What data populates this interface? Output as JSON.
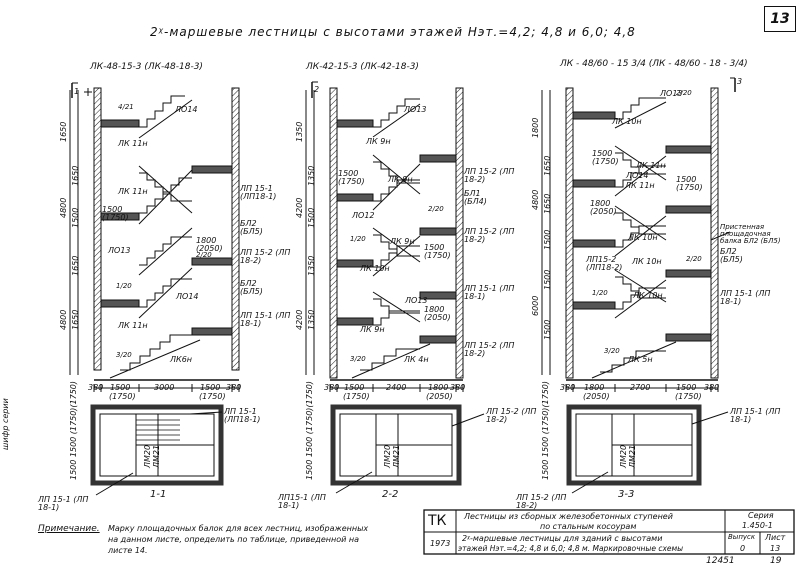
{
  "sheet": {
    "page_number": "13",
    "title": "2ᵡ-маршевые лестницы с высотами этажей Нэт.=4,2; 4,8 и 6,0; 4,8",
    "side_label": "шифр серии",
    "bottom_number": "12451",
    "bottom_page": "19"
  },
  "sections": [
    {
      "header": "ЛК-48-15-3 (ЛК-48-18-3)",
      "cut_label": "1-1",
      "heights": [
        "1650",
        "4800",
        "1650",
        "1500",
        "1650",
        "1650",
        "4800"
      ],
      "bottom_dims": [
        "380",
        "1500",
        "3000",
        "1500",
        "380"
      ],
      "bottom_dims_alt": [
        "(1750)",
        "(1750)"
      ],
      "labels": [
        "ЛО14",
        "ЛК 11н",
        "ЛК 11н",
        "ЛО13",
        "ЛО14",
        "ЛК 11н",
        "ЛК6н",
        "ЛП 15-1 (ЛП18-1)",
        "БЛ2 (БЛ5)",
        "ЛП 15-2 (ЛП 18-2)",
        "БЛ2 (БЛ5)",
        "ЛП 15-1 (ЛП 18-1)"
      ],
      "dims_mid": [
        "1500 (1750)",
        "1800 (2050)"
      ],
      "badges": [
        {
          "n": "4",
          "d": "21"
        },
        {
          "n": "2",
          "d": "20"
        },
        {
          "n": "1",
          "d": "20"
        },
        {
          "n": "3",
          "d": "20"
        }
      ],
      "plan_labels": [
        "ЛП 15-1 (ЛП18-1)",
        "ЛП 15-1 (ЛП 18-1)",
        "1500 1500 (1750)(1750)",
        "ЛМ20",
        "ЛМ21"
      ]
    },
    {
      "header": "ЛК-42-15-3 (ЛК-42-18-3)",
      "cut_label": "2-2",
      "heights": [
        "1350",
        "4200",
        "1350",
        "1500",
        "1350",
        "1350",
        "4200"
      ],
      "bottom_dims": [
        "380",
        "1500",
        "2400",
        "1800",
        "380"
      ],
      "bottom_dims_alt": [
        "(1750)",
        "(2050)"
      ],
      "labels": [
        "ЛО13",
        "ЛК 9н",
        "ЛК 9н",
        "ЛО12",
        "ЛК 9н",
        "ЛК 10н",
        "ЛК 9н",
        "ЛО13",
        "ЛК 4н",
        "ЛП 15-2 (ЛП 18-2)",
        "БЛ1 (БЛ4)",
        "ЛП 15-2 (ЛП 18-2)",
        "ЛП 15-1 (ЛП 18-1)",
        "ЛП 15-2 (ЛП 18-2)"
      ],
      "dims_mid": [
        "1500 (1750)",
        "1500 (1750)",
        "1800 (2050)"
      ],
      "badges": [
        {
          "n": "2",
          "d": "20"
        },
        {
          "n": "1",
          "d": "20"
        },
        {
          "n": "3",
          "d": "20"
        }
      ],
      "plan_labels": [
        "ЛП 15-2 (ЛП 18-2)",
        "ЛП15-1 (ЛП 18-1)",
        "1500 1500 (1750)(1750)",
        "ЛМ20",
        "ЛМ21"
      ]
    },
    {
      "header": "ЛК - 48/60 - 15 3/4 (ЛК - 48/60 - 18 - 3/4)",
      "cut_label": "3-3",
      "heights": [
        "1800",
        "1650",
        "4800",
        "1650",
        "1500",
        "1500",
        "6000",
        "1500"
      ],
      "bottom_dims": [
        "380",
        "1800",
        "2700",
        "1500",
        "380"
      ],
      "bottom_dims_alt": [
        "(2050)",
        "(1750)"
      ],
      "labels": [
        "ЛО13",
        "ЛК 10н",
        "ЛК 11н",
        "ЛО14",
        "ЛК 11н",
        "ЛК 10н",
        "ЛК 10н",
        "ЛК 10н",
        "ЛК 5н",
        "Пристенная площадочная балка БЛ2 (БЛ5)",
        "БЛ2 (БЛ5)",
        "ЛП 15-1 (ЛП 18-1)"
      ],
      "dims_mid": [
        "1500 (1750)",
        "1500 (1750)",
        "1800 (2050)",
        "ЛП15-2 (ЛП18-2)"
      ],
      "badges": [
        {
          "n": "2",
          "d": "20"
        },
        {
          "n": "1",
          "d": "20"
        },
        {
          "n": "2",
          "d": "20"
        },
        {
          "n": "3",
          "d": "20"
        }
      ],
      "plan_labels": [
        "ЛП 15-1 (ЛП 18-1)",
        "ЛП 15-2 (ЛП 18-2)",
        "1500 1500 (1750)(1750)",
        "ЛМ20",
        "ЛМ21"
      ]
    }
  ],
  "note": {
    "heading": "Примечание.",
    "text_line1": "Марку площадочных балок для всех лестниц, изображенных",
    "text_line2": "на данном листе, определить по таблице, приведенной на",
    "text_line3": "листе 14."
  },
  "stamp": {
    "org": "ТК",
    "year": "1973",
    "line1": "Лестницы из сборных железобетонных ступеней",
    "line2": "по стальным косоурам",
    "line3": "2ᵡ-маршевые лестницы для зданий с высотами",
    "line4": "этажей Нэт.=4,2; 4,8 и 6,0; 4,8 м. Маркировочные схемы",
    "series_label": "Серия",
    "series_value": "1.450-1",
    "issue_label": "Выпуск",
    "issue_value": "0",
    "sheet_label": "Лист",
    "sheet_value": "13"
  }
}
